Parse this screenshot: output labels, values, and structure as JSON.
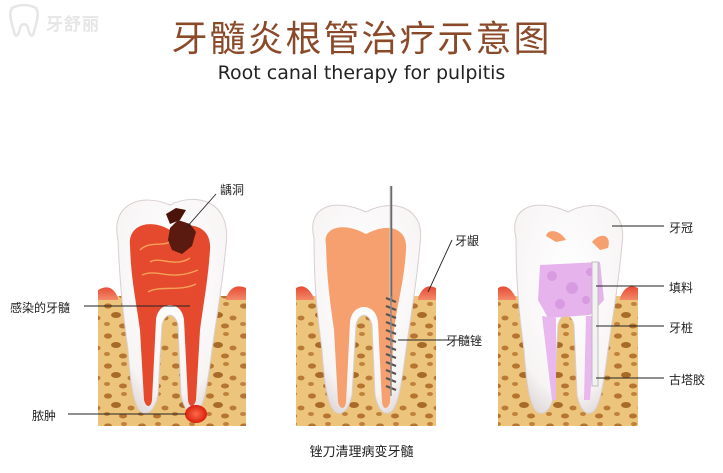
{
  "watermark": {
    "text": "牙舒丽"
  },
  "title": "牙髓炎根管治疗示意图",
  "subtitle": "Root canal therapy for pulpitis",
  "labels": {
    "caries": "龋洞",
    "infected_pulp": "感染的牙髓",
    "abscess": "脓肿",
    "gum": "牙龈",
    "pulp_file": "牙髓锉",
    "crown": "牙冠",
    "filling": "填料",
    "post": "牙桩",
    "gutta_percha": "古塔胶"
  },
  "caption": "锉刀清理病变牙髓",
  "colors": {
    "bone": "#e8c07a",
    "bone_spots": "#b57530",
    "gum": "#e0412a",
    "pulp_red": "#e64a2e",
    "pulp_orange": "#f6a06f",
    "filling": "#e6b3ec",
    "title": "#8a4a2a"
  }
}
